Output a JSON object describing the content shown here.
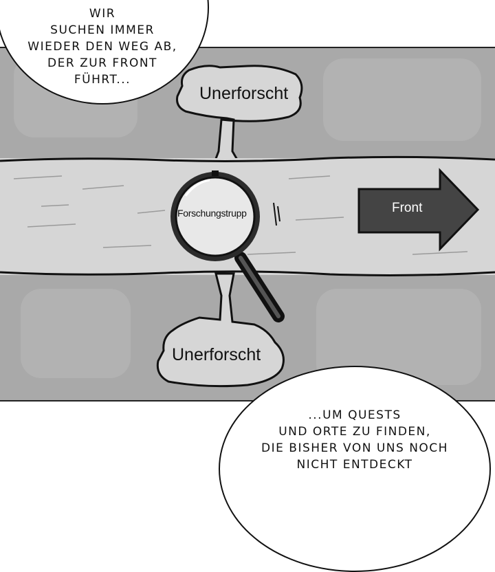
{
  "map": {
    "top_region": "Unerforscht",
    "bottom_region": "Unerforscht",
    "marker": "Forschungstrupp",
    "arrow": "Front"
  },
  "speech": {
    "top_lines": [
      "WIR",
      "SUCHEN IMMER",
      "WIEDER DEN WEG AB,",
      "DER ZUR FRONT",
      "FÜHRT..."
    ],
    "bottom_lines": [
      "...UM QUESTS",
      "UND ORTE ZU FINDEN,",
      "DIE BISHER VON UNS NOCH",
      "NICHT ENTDECKT"
    ]
  },
  "colors": {
    "background": "#a9a9a9",
    "road": "#d6d6d6",
    "arrow": "#444444"
  }
}
